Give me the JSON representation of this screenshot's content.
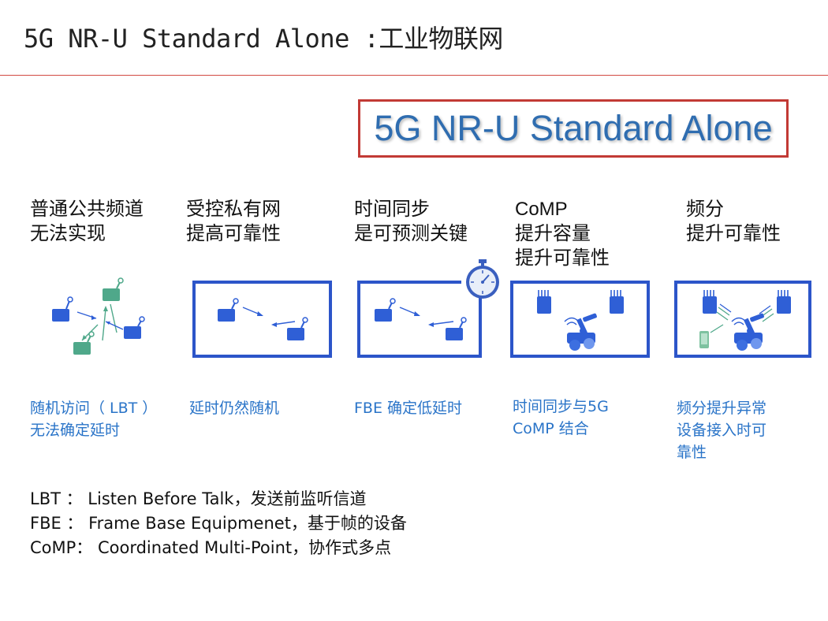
{
  "slide": {
    "title": "5G NR-U Standard Alone :工业物联网",
    "banner": "5G NR-U Standard Alone"
  },
  "columns": [
    {
      "heading": [
        "普通公共频道",
        "无法实现"
      ],
      "caption": [
        "随机访问（ LBT ）",
        "无法确定延时"
      ]
    },
    {
      "heading": [
        "受控私有网",
        "提高可靠性"
      ],
      "caption": [
        "延时仍然随机"
      ]
    },
    {
      "heading": [
        "时间同步",
        "是可预测关键"
      ],
      "caption": [
        "FBE 确定低延时"
      ]
    },
    {
      "heading": [
        "CoMP",
        "提升容量",
        "提升可靠性"
      ],
      "caption": [
        "时间同步与5G",
        "CoMP 结合"
      ]
    },
    {
      "heading": [
        "频分",
        "提升可靠性"
      ],
      "caption": [
        "频分提升异常",
        "设备接入时可",
        "靠性"
      ]
    }
  ],
  "glossary": [
    "LBT ：  Listen Before Talk，发送前监听信道",
    "FBE ：  Frame Base Equipmenet，基于帧的设备",
    "CoMP：  Coordinated Multi-Point，协作式多点"
  ],
  "icons": {
    "device": "wireless-device-icon",
    "antenna": "antenna-array-icon",
    "robot": "robot-arm-icon",
    "stopwatch": "stopwatch-icon",
    "phone": "phone-icon"
  },
  "colors": {
    "title_rule": "#d24a43",
    "banner_border": "#c23a35",
    "banner_text": "#2f6db0",
    "panel_border": "#2c55c9",
    "device_blue": "#2f5fd6",
    "device_green": "#4fa88a",
    "caption_blue": "#2a74c8"
  }
}
